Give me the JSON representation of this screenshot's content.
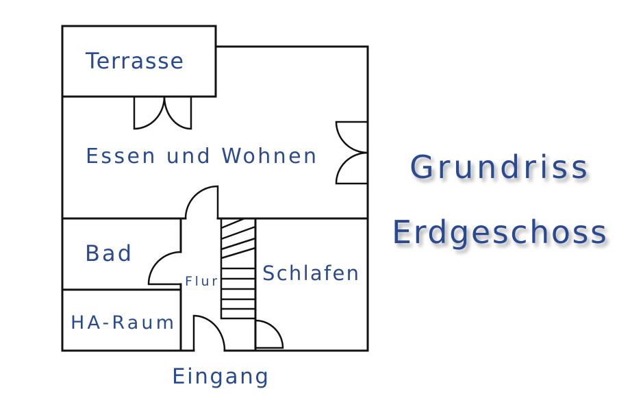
{
  "title": {
    "line1": "Grundriss",
    "line2": "Erdgeschoss"
  },
  "rooms": {
    "terrasse": "Terrasse",
    "essen_wohnen": "Essen und Wohnen",
    "bad": "Bad",
    "flur": "Flur",
    "schlafen": "Schlafen",
    "ha_raum": "HA-Raum",
    "eingang": "Eingang"
  },
  "colors": {
    "label": "#2b4a8e",
    "walls": "#111111"
  }
}
